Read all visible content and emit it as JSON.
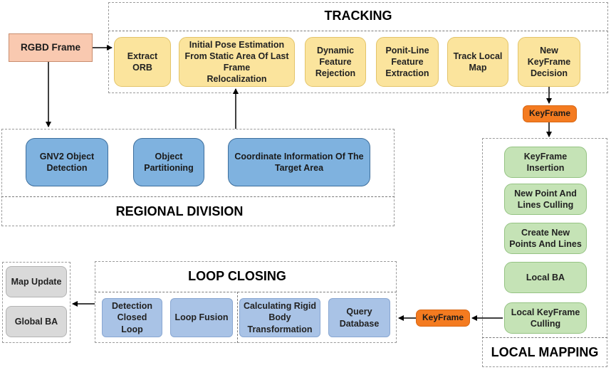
{
  "rgbd_frame": "RGBD Frame",
  "tracking": {
    "title": "TRACKING",
    "steps": [
      "Extract\nORB",
      "Initial Pose Estimation\nFrom Static Area Of Last\nFrame\nRelocalization",
      "Dynamic\nFeature\nRejection",
      "Ponit-Line\nFeature\nExtraction",
      "Track Local\nMap",
      "New\nKeyFrame\nDecision"
    ]
  },
  "keyframe_labels": [
    "KeyFrame",
    "KeyFrame"
  ],
  "regional_division": {
    "title": "REGIONAL DIVISION",
    "steps": [
      "GNV2 Object\nDetection",
      "Object\nPartitioning",
      "Coordinate Information Of The\nTarget Area"
    ]
  },
  "local_mapping": {
    "title": "LOCAL MAPPING",
    "steps": [
      "KeyFrame\nInsertion",
      "New Point And\nLines Culling",
      "Create New\nPoints And Lines",
      "Local BA",
      "Local KeyFrame\nCulling"
    ]
  },
  "loop_closing": {
    "title": "LOOP CLOSING",
    "steps": [
      "Detection\nClosed Loop",
      "Loop Fusion",
      "Calculating Rigid\nBody\nTransformation",
      "Query\nDatabase"
    ]
  },
  "outputs": [
    "Map Update",
    "Global BA"
  ],
  "colors": {
    "tracking_box": "#fbe49d",
    "regional_box": "#7fb2df",
    "local_mapping_box": "#c5e3b6",
    "loop_closing_box": "#a9c3e6",
    "output_box": "#d9d9d9",
    "keyframe_box": "#f47b20",
    "rgbd_box": "#f9c9b0"
  }
}
